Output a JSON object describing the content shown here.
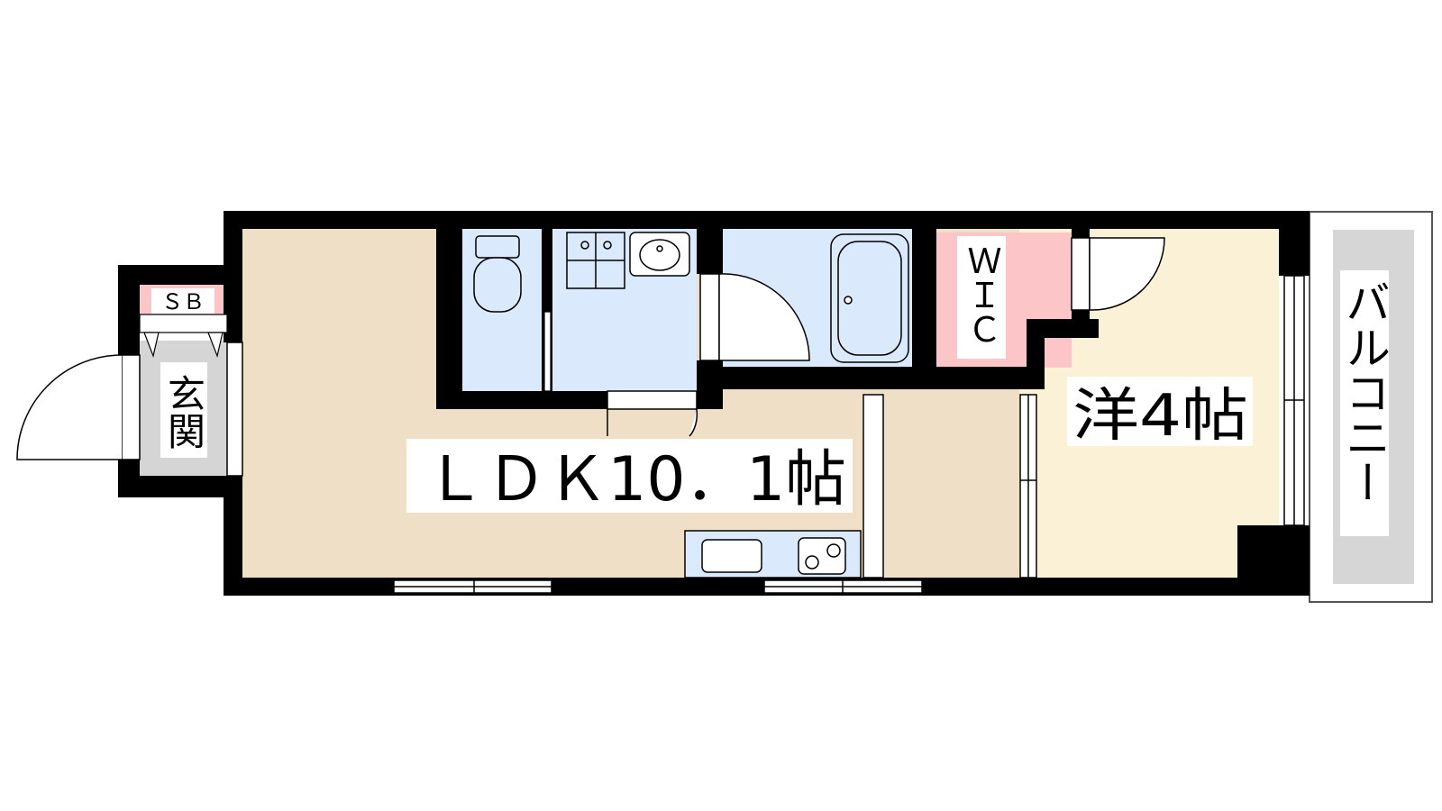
{
  "floor_plan": {
    "rooms": {
      "ldk": "ＬＤＫ10．1帖",
      "western": "洋4帖",
      "entrance": "玄関",
      "shoe_box": "ＳＢ",
      "walk_in_closet": "ＷＩＣ",
      "balcony": "バルコニー"
    },
    "colors": {
      "ldk_floor": "#eedfc6",
      "western_floor": "#fbf1d6",
      "wet_area": "#dae9fb",
      "closet": "#fcc5c7",
      "entrance": "#d5d5d5",
      "balcony": "#d6d6d6",
      "wall": "#000000"
    }
  }
}
